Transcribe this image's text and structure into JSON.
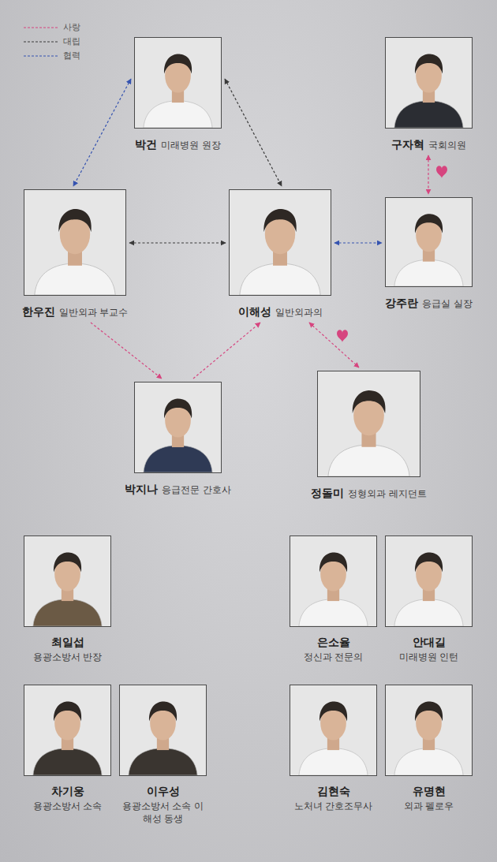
{
  "diagram": {
    "nodes": [
      {
        "text": [
          "박건",
          "미래병원 원장"
        ]
      },
      {
        "text": [
          "구자혁",
          "국회의원"
        ]
      },
      {
        "text": [
          "한우진",
          "일반외과 부교수"
        ]
      },
      {
        "text": [
          "이해성",
          "일반외과의"
        ]
      },
      {
        "text": [
          "강주란",
          "응급실 실장"
        ]
      },
      {
        "text": [
          "박지나",
          "응급전문 간호사"
        ]
      },
      {
        "text": [
          "정돌미",
          "정형외과 레지던트"
        ]
      },
      {
        "text": [
          "최일섭",
          "용광소방서 반장"
        ]
      },
      {
        "text": [
          "은소율",
          "정신과 전문의"
        ]
      },
      {
        "text": [
          "안대길",
          "미래병원 인턴"
        ]
      },
      {
        "text": [
          "차기웅",
          "용광소방서 소속"
        ]
      },
      {
        "text": [
          "이우성",
          "용광소방서 소속 이해성 동생"
        ]
      },
      {
        "text": [
          "김현숙",
          "노처녀 간호조무사"
        ]
      },
      {
        "text": [
          "유명현",
          "외과 펠로우"
        ]
      }
    ],
    "edges": [
      {
        "from": 0,
        "to": 2,
        "arrow": "both"
      },
      {
        "from": 0,
        "to": 3,
        "arrow": "both"
      },
      {
        "from": 2,
        "to": 3,
        "arrow": "both"
      },
      {
        "from": 3,
        "to": 4,
        "arrow": "both"
      },
      {
        "from": 1,
        "to": 4,
        "arrow": "both"
      },
      {
        "from": 2,
        "to": 5,
        "arrow": "to"
      },
      {
        "from": 5,
        "to": 3,
        "arrow": "to"
      },
      {
        "from": 3,
        "to": 6,
        "arrow": "both"
      }
    ],
    "legend": [
      {
        "text": "사랑"
      },
      {
        "text": "대립"
      },
      {
        "text": "협력"
      }
    ]
  }
}
